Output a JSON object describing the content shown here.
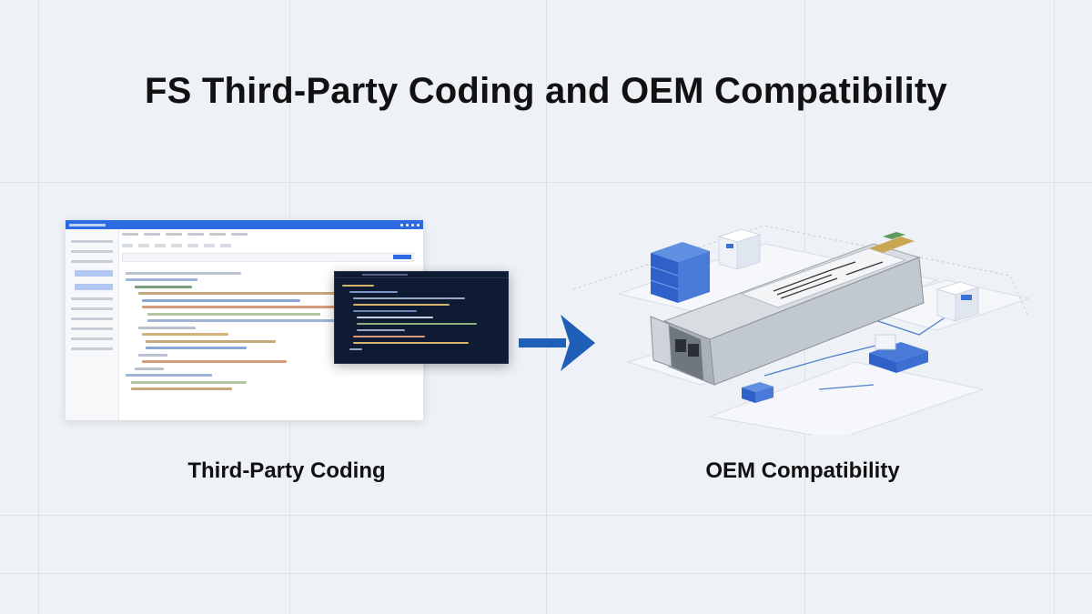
{
  "title": "FS Third-Party Coding and OEM Compatibility",
  "left_caption": "Third-Party Coding",
  "right_caption": "OEM Compatibility",
  "colors": {
    "accent_blue": "#2d6be0",
    "arrow_blue": "#1f5fb8",
    "dark_panel": "#0f1a33",
    "background": "#eef1f5",
    "text": "#111111"
  },
  "icons": {
    "arrow": "arrow-right-icon",
    "transceiver": "sfp-transceiver-icon"
  }
}
